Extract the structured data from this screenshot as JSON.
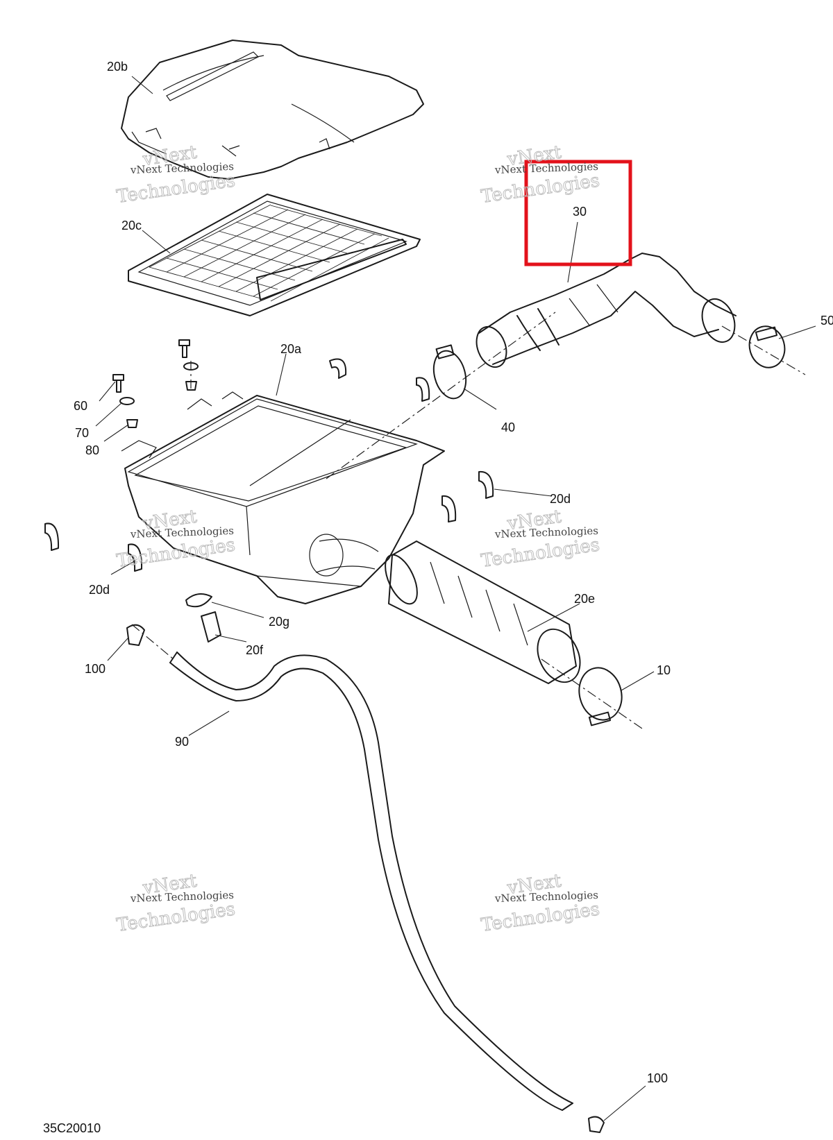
{
  "diagram_code": "35C20010",
  "highlight": {
    "label": "30",
    "color": "#e3121b"
  },
  "callouts": {
    "c20b": "20b",
    "c20c": "20c",
    "c20a": "20a",
    "c30": "30",
    "c50": "50",
    "c40": "40",
    "c60": "60",
    "c70": "70",
    "c80": "80",
    "c20d_right": "20d",
    "c20d_left": "20d",
    "c20e": "20e",
    "c20g": "20g",
    "c20f": "20f",
    "c10": "10",
    "c100_top": "100",
    "c90": "90",
    "c100_bottom": "100"
  },
  "watermark": {
    "line_small": "vNext Technologies",
    "line_big_1": "vNext",
    "line_big_2": "Technologies"
  }
}
